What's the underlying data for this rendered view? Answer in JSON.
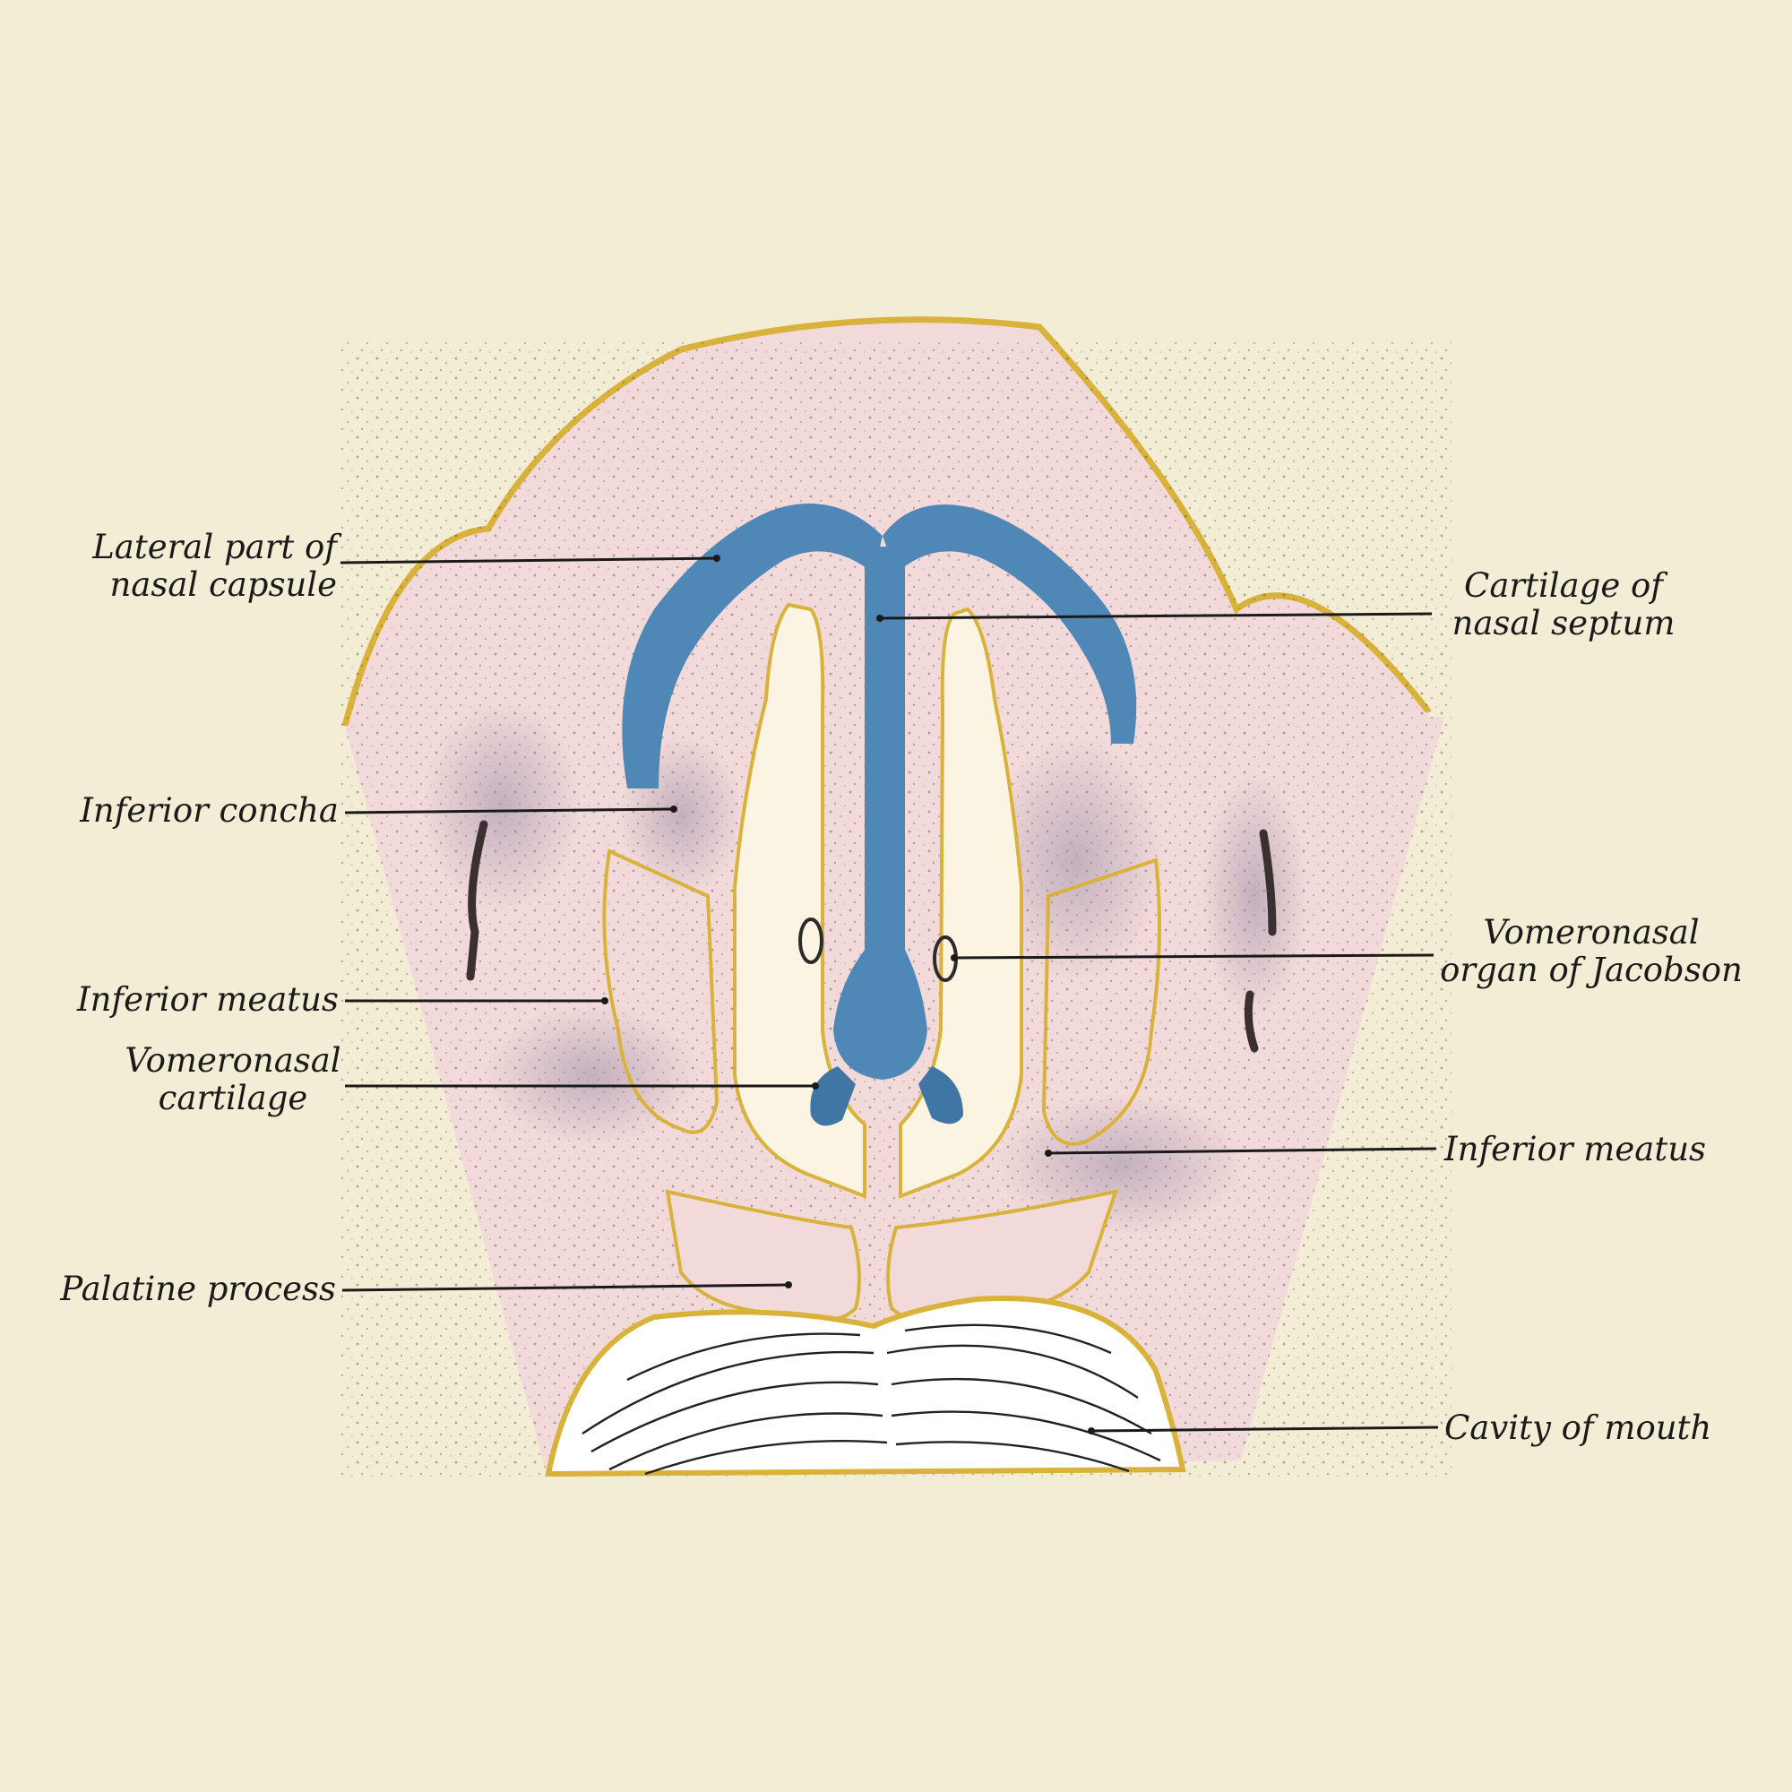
{
  "labels": {
    "lateral_part": {
      "line1": "Lateral part of",
      "line2": "nasal capsule"
    },
    "inferior_concha": {
      "line1": "Inferior concha"
    },
    "inferior_meatus_left": {
      "line1": "Inferior meatus"
    },
    "vomeronasal_cartilage": {
      "line1": "Vomeronasal",
      "line2": "cartilage"
    },
    "palatine_process": {
      "line1": "Palatine process"
    },
    "cartilage_septum": {
      "line1": "Cartilage of",
      "line2": "nasal septum"
    },
    "vomeronasal_organ": {
      "line1": "Vomeronasal",
      "line2": "organ of Jacobson"
    },
    "inferior_meatus_right": {
      "line1": "Inferior meatus"
    },
    "cavity_mouth": {
      "line1": "Cavity of mouth"
    }
  },
  "colors": {
    "background": "#f3edd6",
    "tissue": "#f3dada",
    "cartilage": "#4f87b6",
    "epithelium": "#d8b23a"
  }
}
